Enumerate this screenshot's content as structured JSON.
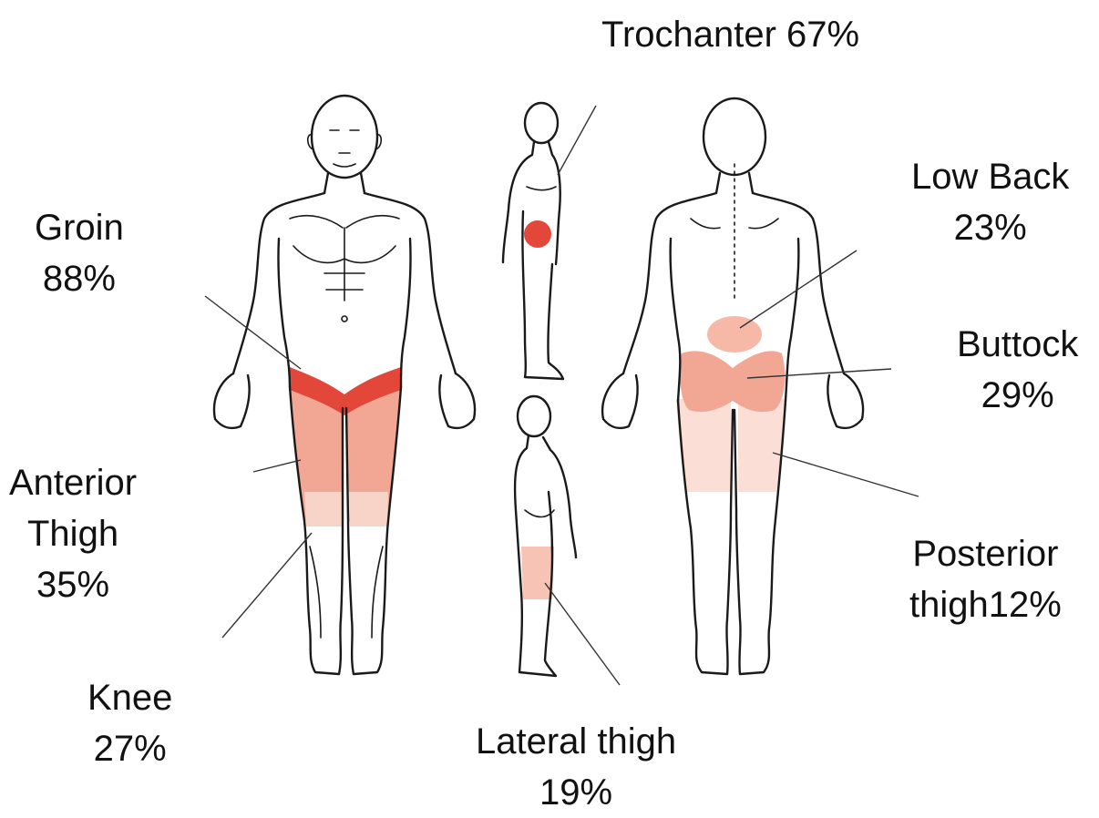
{
  "labels": {
    "trochanter": {
      "line1": "Trochanter 67%"
    },
    "low_back": {
      "line1": "Low Back",
      "line2": "23%"
    },
    "groin": {
      "line1": "Groin",
      "line2": "88%"
    },
    "buttock": {
      "line1": "Buttock",
      "line2": "29%"
    },
    "anterior_thigh": {
      "line1": "Anterior",
      "line2": "Thigh",
      "line3": "35%"
    },
    "posterior_thigh": {
      "line1": "Posterior",
      "line2": "thigh12%"
    },
    "knee": {
      "line1": "Knee",
      "line2": "27%"
    },
    "lateral_thigh": {
      "line1": "Lateral thigh",
      "line2": "19%"
    }
  },
  "regions": [
    {
      "name": "groin",
      "percent": 88,
      "color": "#e2473a"
    },
    {
      "name": "trochanter",
      "percent": 67,
      "color": "#e2473a"
    },
    {
      "name": "anterior thigh",
      "percent": 35,
      "color": "#f2a795"
    },
    {
      "name": "buttock",
      "percent": 29,
      "color": "#f2a795"
    },
    {
      "name": "knee",
      "percent": 27,
      "color": "#f8d3c8"
    },
    {
      "name": "low back",
      "percent": 23,
      "color": "#f6b9a8"
    },
    {
      "name": "lateral thigh",
      "percent": 19,
      "color": "#f6c3b4"
    },
    {
      "name": "posterior thigh",
      "percent": 12,
      "color": "#fbded5"
    }
  ]
}
